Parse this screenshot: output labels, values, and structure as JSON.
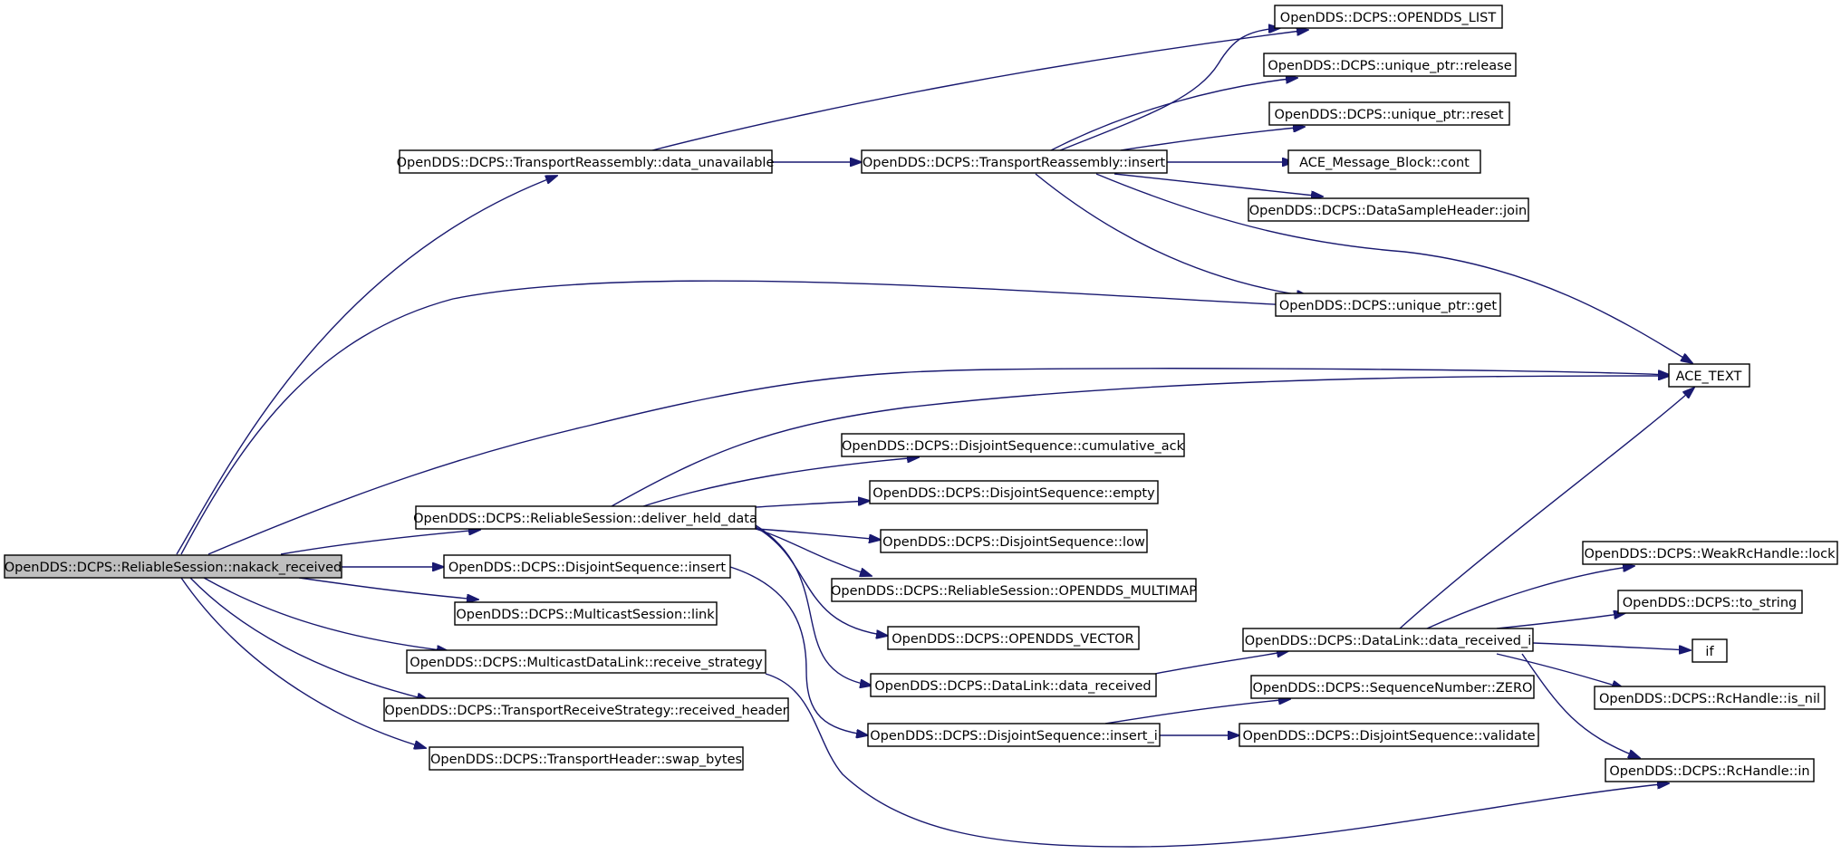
{
  "graph": {
    "type": "call-graph",
    "edge_color": "#191970",
    "root_fill": "#bfbfbf",
    "nodes": [
      {
        "id": "n0",
        "label": "OpenDDS::DCPS::ReliableSession::nakack_received",
        "root": true
      },
      {
        "id": "n1",
        "label": "OpenDDS::DCPS::TransportReassembly::data_unavailable"
      },
      {
        "id": "n2",
        "label": "OpenDDS::DCPS::TransportReassembly::insert"
      },
      {
        "id": "n3",
        "label": "OpenDDS::DCPS::OPENDDS_LIST"
      },
      {
        "id": "n4",
        "label": "OpenDDS::DCPS::unique_ptr::release"
      },
      {
        "id": "n5",
        "label": "OpenDDS::DCPS::unique_ptr::reset"
      },
      {
        "id": "n6",
        "label": "ACE_Message_Block::cont"
      },
      {
        "id": "n7",
        "label": "OpenDDS::DCPS::DataSampleHeader::join"
      },
      {
        "id": "n8",
        "label": "OpenDDS::DCPS::unique_ptr::get"
      },
      {
        "id": "n9",
        "label": "ACE_TEXT"
      },
      {
        "id": "n10",
        "label": "OpenDDS::DCPS::ReliableSession::deliver_held_data"
      },
      {
        "id": "n11",
        "label": "OpenDDS::DCPS::DisjointSequence::cumulative_ack"
      },
      {
        "id": "n12",
        "label": "OpenDDS::DCPS::DisjointSequence::empty"
      },
      {
        "id": "n13",
        "label": "OpenDDS::DCPS::DisjointSequence::low"
      },
      {
        "id": "n14",
        "label": "OpenDDS::DCPS::ReliableSession::OPENDDS_MULTIMAP"
      },
      {
        "id": "n15",
        "label": "OpenDDS::DCPS::OPENDDS_VECTOR"
      },
      {
        "id": "n16",
        "label": "OpenDDS::DCPS::DataLink::data_received"
      },
      {
        "id": "n17",
        "label": "OpenDDS::DCPS::DisjointSequence::insert"
      },
      {
        "id": "n18",
        "label": "OpenDDS::DCPS::DisjointSequence::insert_i"
      },
      {
        "id": "n19",
        "label": "OpenDDS::DCPS::MulticastSession::link"
      },
      {
        "id": "n20",
        "label": "OpenDDS::DCPS::MulticastDataLink::receive_strategy"
      },
      {
        "id": "n21",
        "label": "OpenDDS::DCPS::TransportReceiveStrategy::received_header"
      },
      {
        "id": "n22",
        "label": "OpenDDS::DCPS::TransportHeader::swap_bytes"
      },
      {
        "id": "n23",
        "label": "OpenDDS::DCPS::DataLink::data_received_i"
      },
      {
        "id": "n24",
        "label": "OpenDDS::DCPS::SequenceNumber::ZERO"
      },
      {
        "id": "n25",
        "label": "OpenDDS::DCPS::DisjointSequence::validate"
      },
      {
        "id": "n26",
        "label": "OpenDDS::DCPS::WeakRcHandle::lock"
      },
      {
        "id": "n27",
        "label": "OpenDDS::DCPS::to_string"
      },
      {
        "id": "n28",
        "label": "if"
      },
      {
        "id": "n29",
        "label": "OpenDDS::DCPS::RcHandle::is_nil"
      },
      {
        "id": "n30",
        "label": "OpenDDS::DCPS::RcHandle::in"
      }
    ],
    "edges": [
      {
        "from": "n0",
        "to": "n1"
      },
      {
        "from": "n0",
        "to": "n8"
      },
      {
        "from": "n0",
        "to": "n9"
      },
      {
        "from": "n0",
        "to": "n10"
      },
      {
        "from": "n0",
        "to": "n17"
      },
      {
        "from": "n0",
        "to": "n19"
      },
      {
        "from": "n0",
        "to": "n20"
      },
      {
        "from": "n0",
        "to": "n21"
      },
      {
        "from": "n0",
        "to": "n22"
      },
      {
        "from": "n1",
        "to": "n2"
      },
      {
        "from": "n1",
        "to": "n3"
      },
      {
        "from": "n2",
        "to": "n3"
      },
      {
        "from": "n2",
        "to": "n4"
      },
      {
        "from": "n2",
        "to": "n5"
      },
      {
        "from": "n2",
        "to": "n6"
      },
      {
        "from": "n2",
        "to": "n7"
      },
      {
        "from": "n2",
        "to": "n8"
      },
      {
        "from": "n2",
        "to": "n9"
      },
      {
        "from": "n10",
        "to": "n9"
      },
      {
        "from": "n10",
        "to": "n11"
      },
      {
        "from": "n10",
        "to": "n12"
      },
      {
        "from": "n10",
        "to": "n13"
      },
      {
        "from": "n10",
        "to": "n14"
      },
      {
        "from": "n10",
        "to": "n15"
      },
      {
        "from": "n10",
        "to": "n16"
      },
      {
        "from": "n16",
        "to": "n23"
      },
      {
        "from": "n17",
        "to": "n18"
      },
      {
        "from": "n18",
        "to": "n24"
      },
      {
        "from": "n18",
        "to": "n25"
      },
      {
        "from": "n20",
        "to": "n30"
      },
      {
        "from": "n23",
        "to": "n9"
      },
      {
        "from": "n23",
        "to": "n26"
      },
      {
        "from": "n23",
        "to": "n27"
      },
      {
        "from": "n23",
        "to": "n28"
      },
      {
        "from": "n23",
        "to": "n29"
      },
      {
        "from": "n23",
        "to": "n30"
      }
    ]
  }
}
